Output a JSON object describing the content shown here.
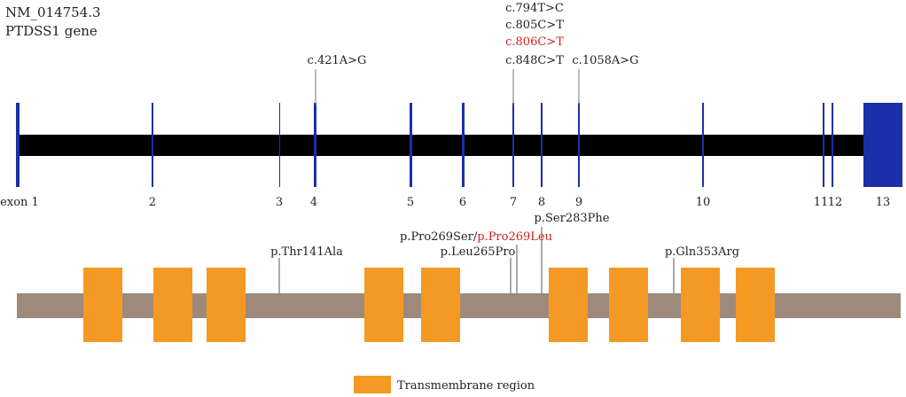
{
  "title": {
    "accession": "NM_014754.3",
    "gene": "PTDSS1 gene"
  },
  "gene_track": {
    "exons": [
      "exon 1",
      "2",
      "3",
      "4",
      "5",
      "6",
      "7",
      "8",
      "9",
      "10",
      "11",
      "12",
      "13"
    ],
    "variants_cdna": [
      {
        "label": "c.421A>G",
        "exon": "4",
        "highlight": false
      },
      {
        "label": "c.794T>C",
        "exon": "7",
        "highlight": false
      },
      {
        "label": "c.805C>T",
        "exon": "7",
        "highlight": false
      },
      {
        "label": "c.806C>T",
        "exon": "7",
        "highlight": true
      },
      {
        "label": "c.848C>T",
        "exon": "7",
        "highlight": false
      },
      {
        "label": "c.1058A>G",
        "exon": "9",
        "highlight": false
      }
    ]
  },
  "protein_track": {
    "variants": [
      {
        "label": "p.Thr141Ala"
      },
      {
        "label": "p.Pro269Ser/",
        "label_extra": "p.Pro269Leu"
      },
      {
        "label": "p.Leu265Pro"
      },
      {
        "label": "p.Ser283Phe"
      },
      {
        "label": "p.Gln353Arg"
      }
    ],
    "legend": "Transmembrane region"
  },
  "colors": {
    "exon": "#1a2fa8",
    "intron": "#000000",
    "protein": "#9e8a7b",
    "transmembrane": "#f49a24",
    "highlight": "#d21f1f",
    "text": "#222222"
  }
}
